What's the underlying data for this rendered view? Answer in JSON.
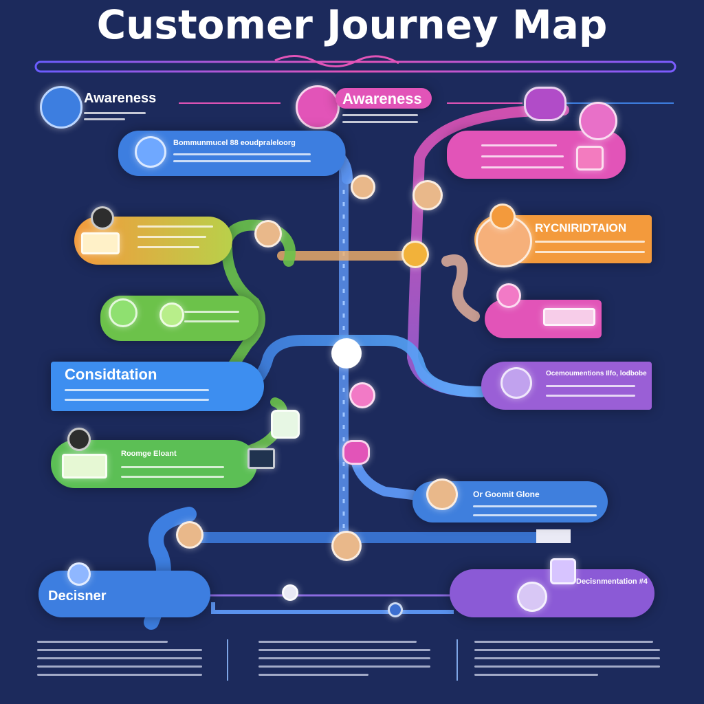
{
  "title": "Customer Journey Map",
  "legend": {
    "label": "Awareness"
  },
  "header_stage": {
    "label": "Awareness"
  },
  "stages": {
    "consideration": "Considtation",
    "recognition": "RYCNIRIDTAION",
    "decision": "Decisner",
    "decision_right": "Decisnmentation #4"
  },
  "row_labels": {
    "top_blue": "Bommunmucel 88 eoudpraleloorg",
    "mid_green": "Roomge Eloant",
    "mid_blue": "Or Goomit Glone",
    "right_purple": "Ocemoumentions Ilfo, lodbobe"
  },
  "colors": {
    "background": "#1c2a5c",
    "blue": "#3d7ee0",
    "green": "#6cc24a",
    "orange": "#f39a3c",
    "pink": "#e254b8",
    "purple": "#9a5fd6"
  }
}
